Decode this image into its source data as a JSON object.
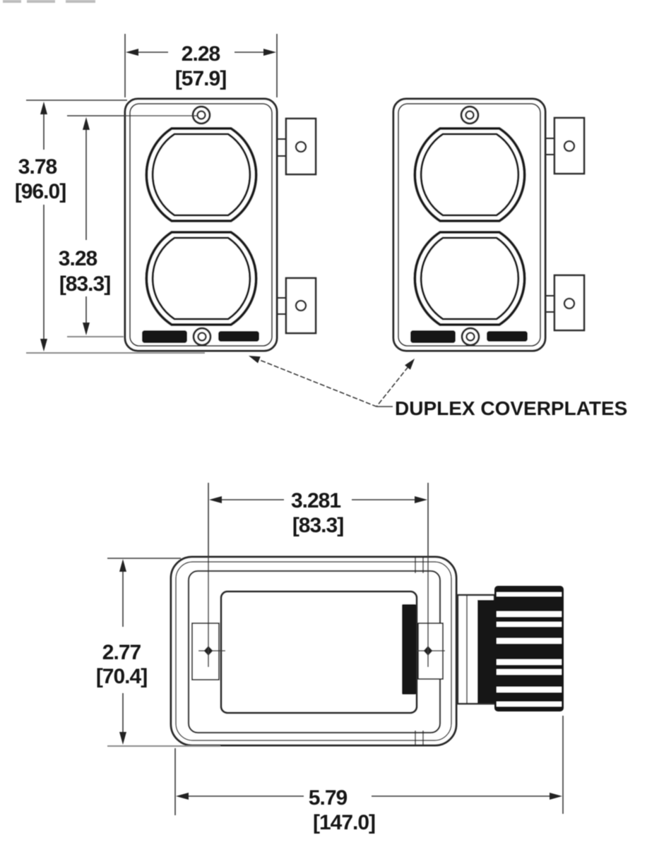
{
  "drawing": {
    "callout_label": "DUPLEX COVERPLATES",
    "dimensions": {
      "coverplate_width": {
        "inches": "2.28",
        "mm_bracket": "[57.9]"
      },
      "coverplate_height": {
        "inches": "3.78",
        "mm_bracket": "[96.0]"
      },
      "coverplate_screw_spacing": {
        "inches": "3.28",
        "mm_bracket": "[83.3]"
      },
      "box_lug_spacing": {
        "inches": "3.281",
        "mm_bracket": "[83.3]"
      },
      "box_height": {
        "inches": "2.77",
        "mm_bracket": "[70.4]"
      },
      "box_overall_length": {
        "inches": "5.79",
        "mm_bracket": "[147.0]"
      }
    }
  }
}
